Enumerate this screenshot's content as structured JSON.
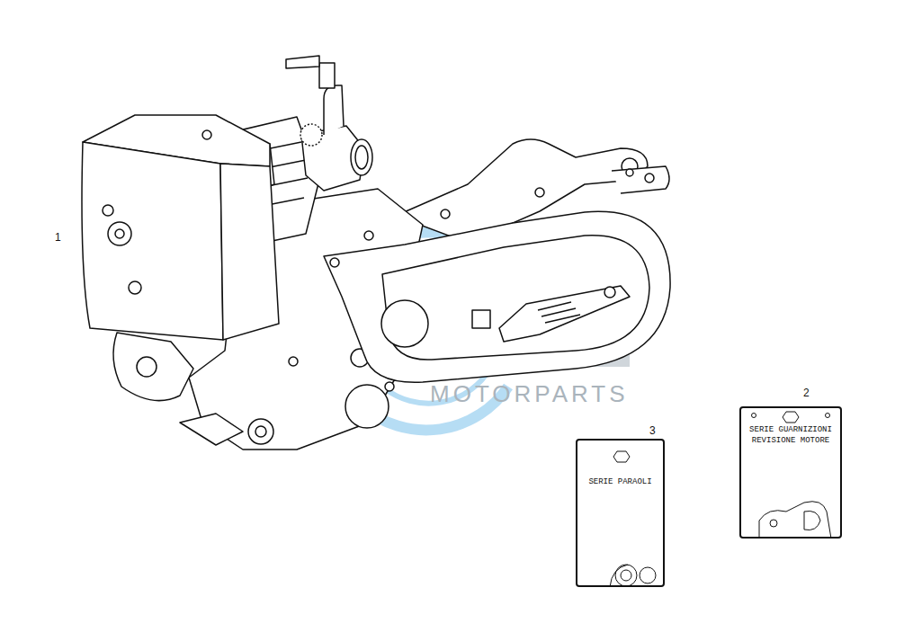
{
  "diagram": {
    "nodes": [
      {
        "text": [
          "SERIE GUARNIZIONI REVISIONE MOTORE"
        ]
      },
      {
        "text": [
          "SERIE PARAOLI"
        ]
      }
    ],
    "labels": [
      "1",
      "2",
      "3",
      "MOTORPARTS"
    ]
  }
}
